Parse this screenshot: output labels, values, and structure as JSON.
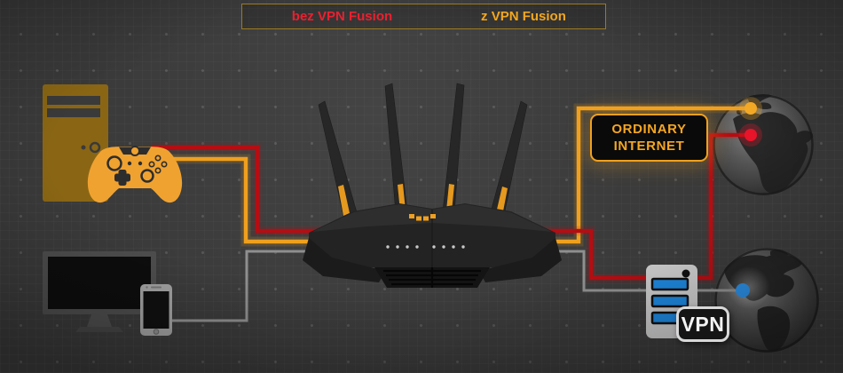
{
  "legend": {
    "border_color": "#9c7a1e",
    "items": [
      {
        "id": "without_vpn_fusion",
        "label": "bez VPN Fusion",
        "color": "#e9212f"
      },
      {
        "id": "with_vpn_fusion",
        "label": "z VPN Fusion",
        "color": "#f2a71e"
      }
    ]
  },
  "labels": {
    "ordinary_internet_line1": "ORDINARY",
    "ordinary_internet_line2": "INTERNET",
    "vpn_badge": "VPN"
  },
  "colors": {
    "background": "#3a3a3a",
    "line_red": "#b50d12",
    "line_orange": "#f0a01e",
    "line_gray": "#8f8f8f",
    "dot_red": "#e8142a",
    "dot_orange": "#f7ac26",
    "dot_blue": "#2a8de2",
    "box_accent": "#f0a01e",
    "device_orange": "#f0a230",
    "tower_orange": "#8a6614",
    "server_bar_blue": "#1d86dc"
  },
  "icons": {
    "pc_tower": "pc-tower-icon",
    "game_controller": "game-controller-icon",
    "monitor": "monitor-icon",
    "smartphone": "smartphone-icon",
    "router": "wifi-router-icon",
    "globe_internet": "globe-europe-africa-icon",
    "globe_vpn": "globe-americas-icon",
    "vpn_server": "server-icon"
  },
  "connections": [
    {
      "name": "bez-vpn-fusion-path",
      "color_ref": "line_red",
      "from": "game-controller",
      "to": "ordinary-internet-globe"
    },
    {
      "name": "z-vpn-fusion-path",
      "color_ref": "line_orange",
      "from": "game-controller",
      "to": "ordinary-internet-globe"
    },
    {
      "name": "vpn-tunnel-path",
      "color_ref": "line_gray",
      "from": "monitor-smartphone",
      "to": "vpn-globe",
      "via": "vpn-server"
    }
  ]
}
